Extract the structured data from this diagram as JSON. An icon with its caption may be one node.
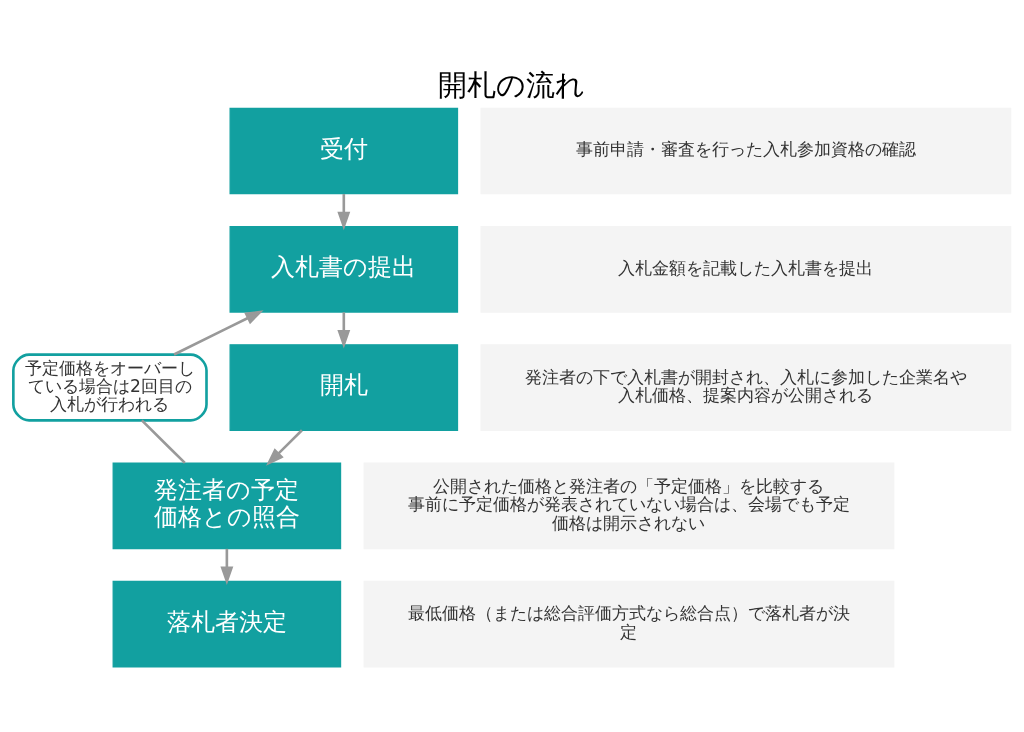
{
  "diagram": {
    "title": "開札の流れ",
    "nodes": [
      {
        "text": [
          "受付"
        ]
      },
      {
        "text": [
          "事前申請・審査を行った入札参加資格の確認"
        ]
      },
      {
        "text": [
          "入札書の提出"
        ]
      },
      {
        "text": [
          "入札金額を記載した入札書を提出"
        ]
      },
      {
        "text": [
          "開札"
        ]
      },
      {
        "text": [
          "発注者の下で入札書が開封され、入札に参加した企業名や入札価格、提案内容が公開される"
        ]
      },
      {
        "text": [
          "発注者の予定価格との照合"
        ]
      },
      {
        "text": [
          "公開された価格と発注者の「予定価格」を比較する",
          "事前に予定価格が発表されていない場合は、会場でも予定価格は開示されない"
        ]
      },
      {
        "text": [
          "落札者決定"
        ]
      },
      {
        "text": [
          "最低価格（または総合評価方式なら総合点）で落札者が決定"
        ]
      },
      {
        "text": [
          "予定価格をオーバーしている場合は2回目の入札が行われる"
        ]
      }
    ],
    "edges": [
      {
        "from": 0,
        "to": 2,
        "arrow": "to"
      },
      {
        "from": 2,
        "to": 4,
        "arrow": "to"
      },
      {
        "from": 4,
        "to": 6,
        "arrow": "to"
      },
      {
        "from": 6,
        "to": 8,
        "arrow": "to"
      },
      {
        "from": 6,
        "to": 10,
        "arrow": "none"
      },
      {
        "from": 10,
        "to": 2,
        "arrow": "to"
      }
    ]
  }
}
